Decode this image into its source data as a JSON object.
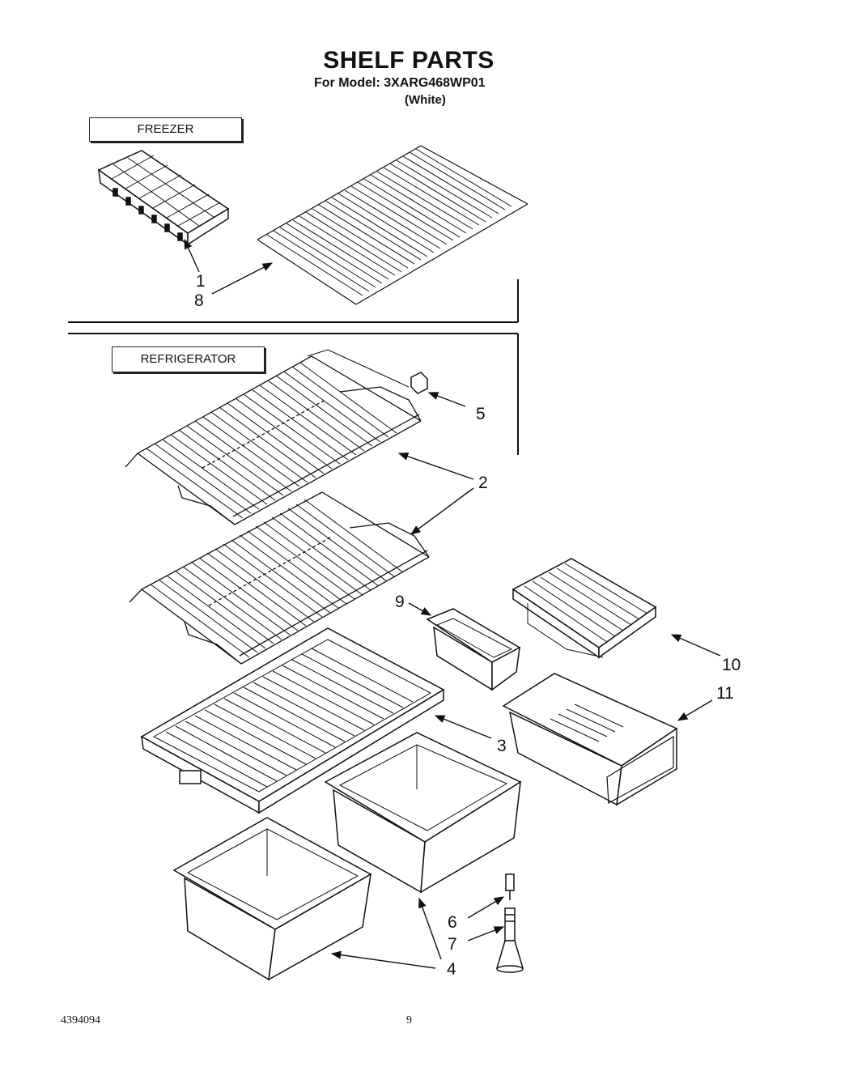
{
  "header": {
    "title": "SHELF PARTS",
    "model_line": "For Model: 3XARG468WP01",
    "color_line": "(White)"
  },
  "sections": {
    "freezer_label": "FREEZER",
    "refrigerator_label": "REFRIGERATOR"
  },
  "callouts": {
    "c1": "1",
    "c8": "8",
    "c5": "5",
    "c2": "2",
    "c9": "9",
    "c10": "10",
    "c11": "11",
    "c3": "3",
    "c6": "6",
    "c7": "7",
    "c4": "4"
  },
  "footer": {
    "doc_number": "4394094",
    "page_number": "9"
  }
}
